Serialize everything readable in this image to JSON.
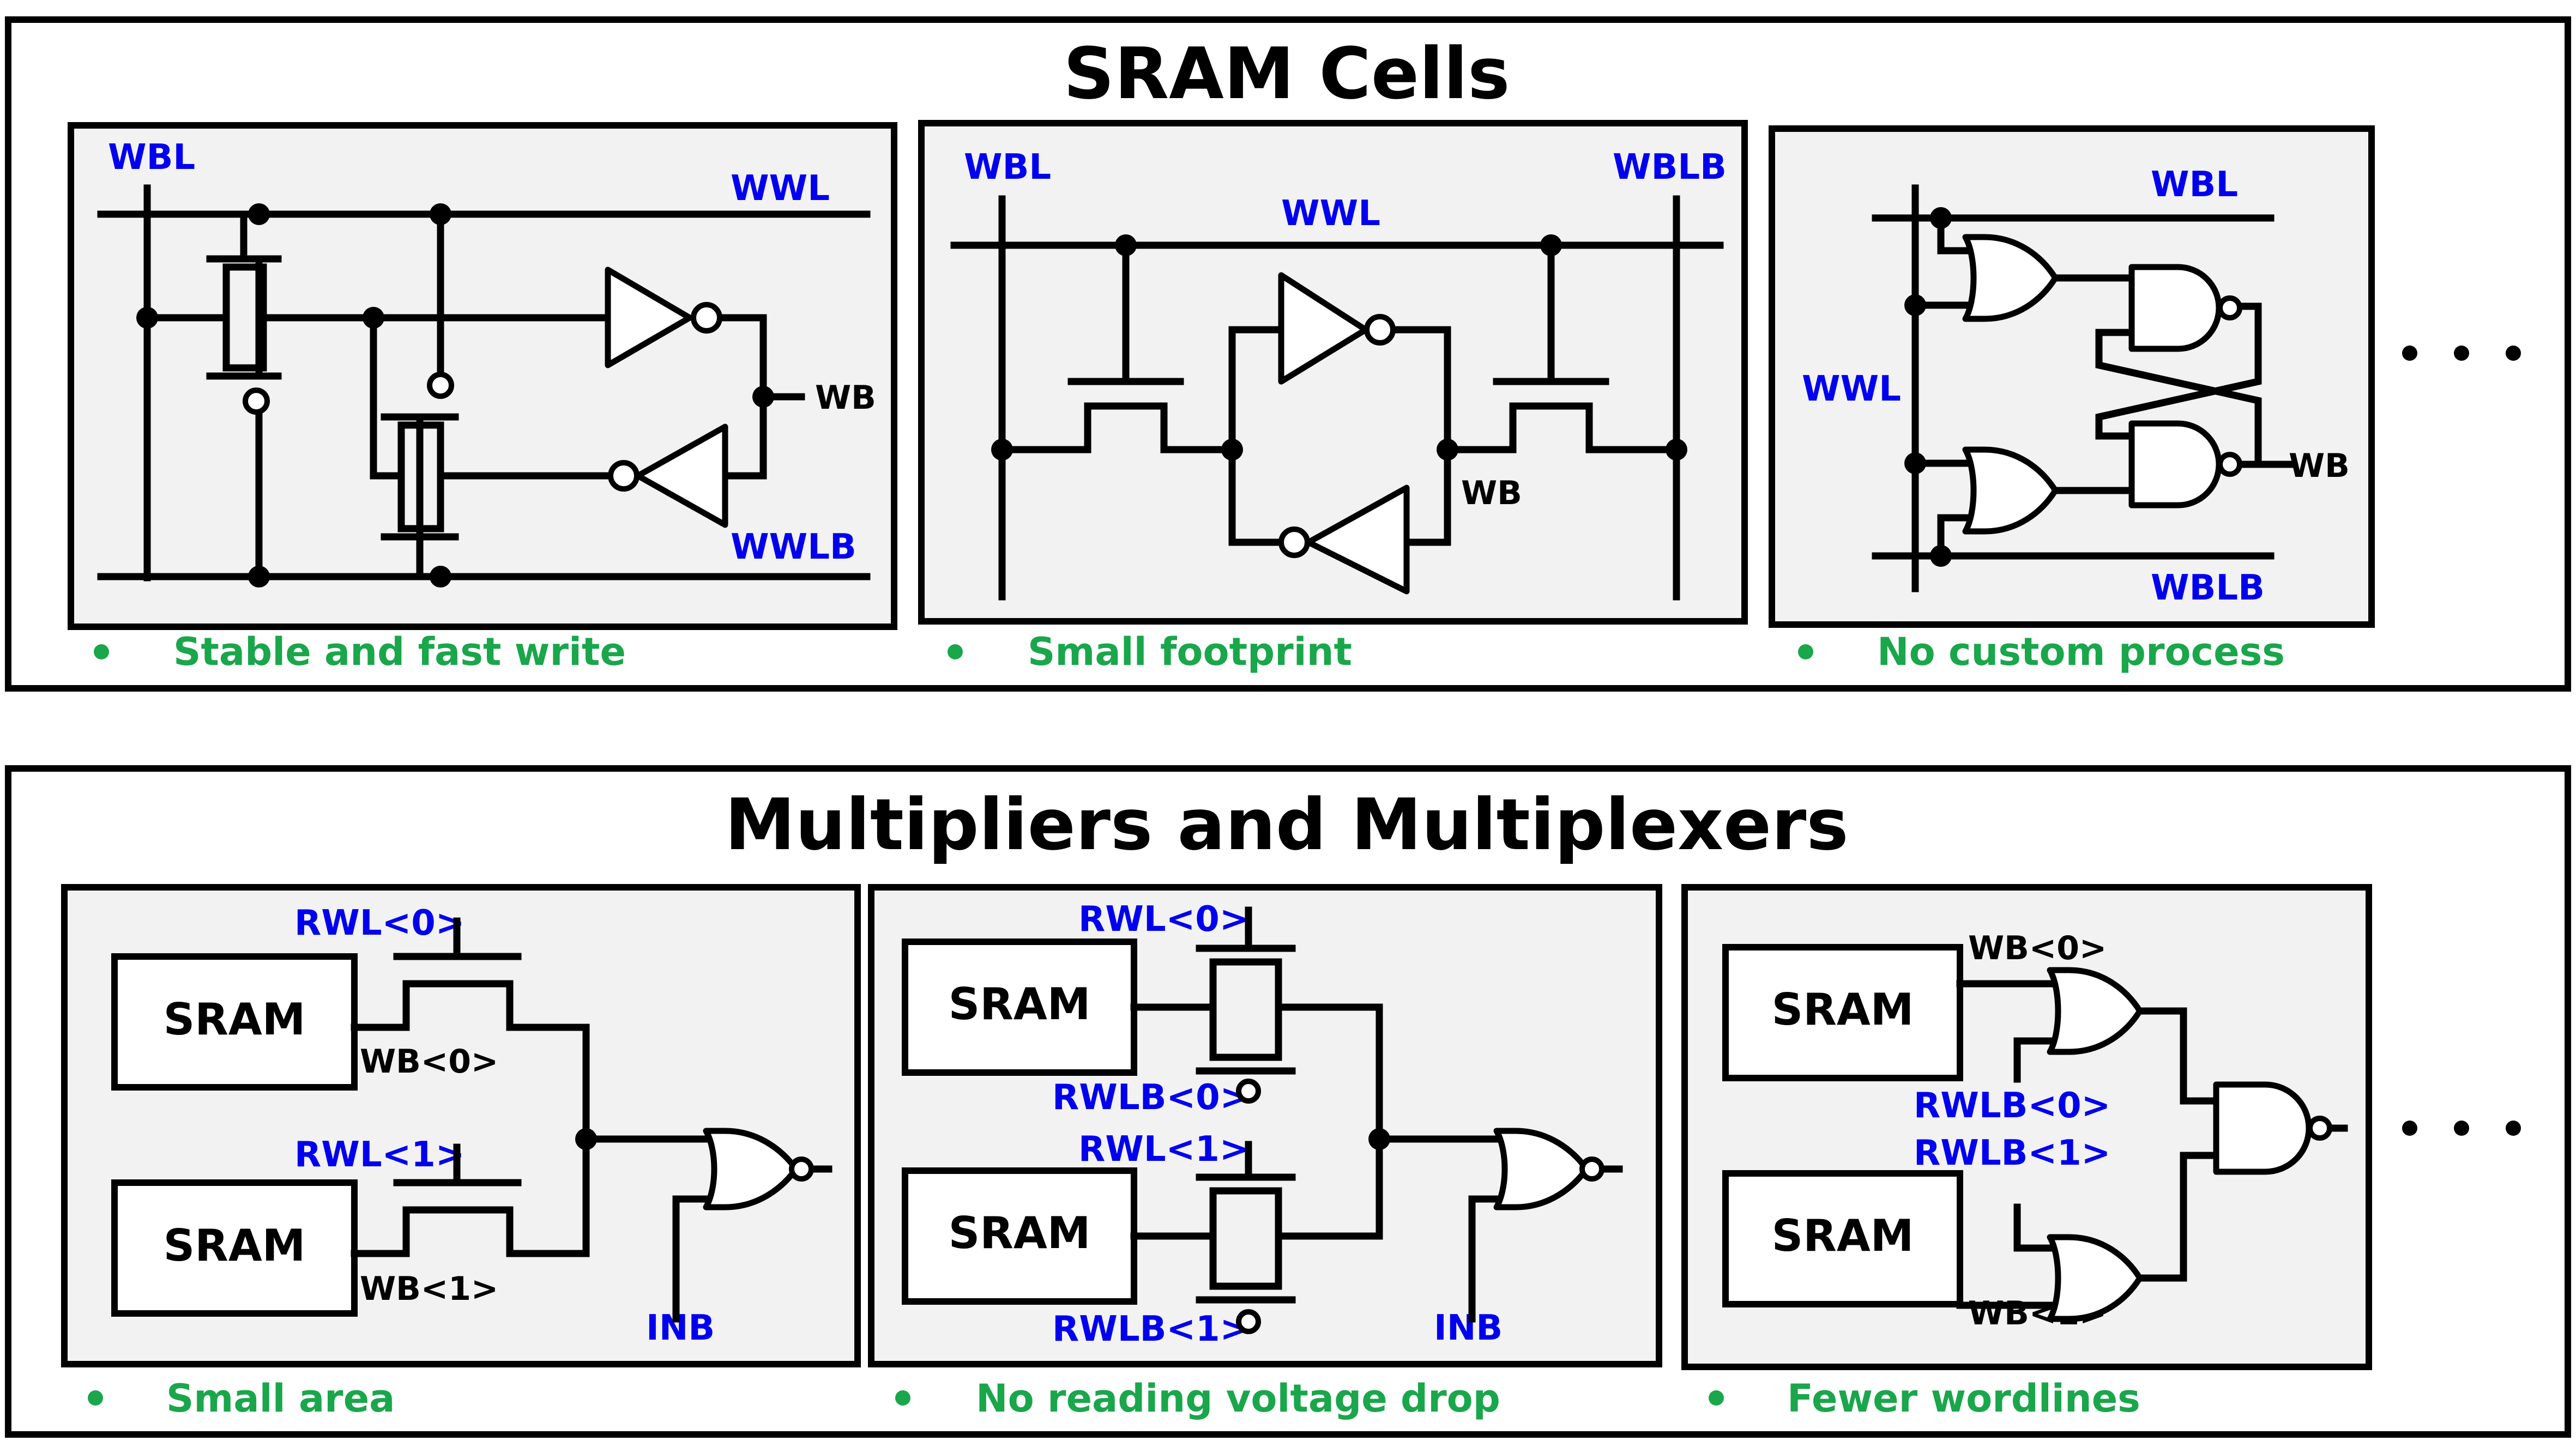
{
  "sram_cells": {
    "title": "SRAM Cells",
    "cell1": {
      "wbl": "WBL",
      "wwl": "WWL",
      "wb": "WB",
      "wwlb": "WWLB",
      "feature": "Stable and fast write"
    },
    "cell2": {
      "wbl": "WBL",
      "wblb": "WBLB",
      "wwl": "WWL",
      "wb": "WB",
      "feature": "Small footprint"
    },
    "cell3": {
      "wbl": "WBL",
      "wwl": "WWL",
      "wb": "WB",
      "wblb": "WBLB",
      "feature": "No custom process"
    }
  },
  "mux": {
    "title": "Multipliers and Multiplexers",
    "mux1": {
      "rwl0": "RWL<0>",
      "rwl1": "RWL<1>",
      "sram0": "SRAM",
      "sram1": "SRAM",
      "wb0": "WB<0>",
      "wb1": "WB<1>",
      "inb": "INB",
      "feature": "Small area"
    },
    "mux2": {
      "rwl0": "RWL<0>",
      "rwlb0": "RWLB<0>",
      "rwl1": "RWL<1>",
      "rwlb1": "RWLB<1>",
      "sram0": "SRAM",
      "sram1": "SRAM",
      "inb": "INB",
      "feature": "No reading voltage drop"
    },
    "mux3": {
      "sram0": "SRAM",
      "sram1": "SRAM",
      "wb0": "WB<0>",
      "wb1": "WB<1>",
      "rwlb0": "RWLB<0>",
      "rwlb1": "RWLB<1>",
      "feature": "Fewer wordlines"
    }
  },
  "colors": {
    "signal_label": "#0000ee",
    "feature_text": "#1aa64b",
    "panel_fill": "#f2f2f2"
  }
}
